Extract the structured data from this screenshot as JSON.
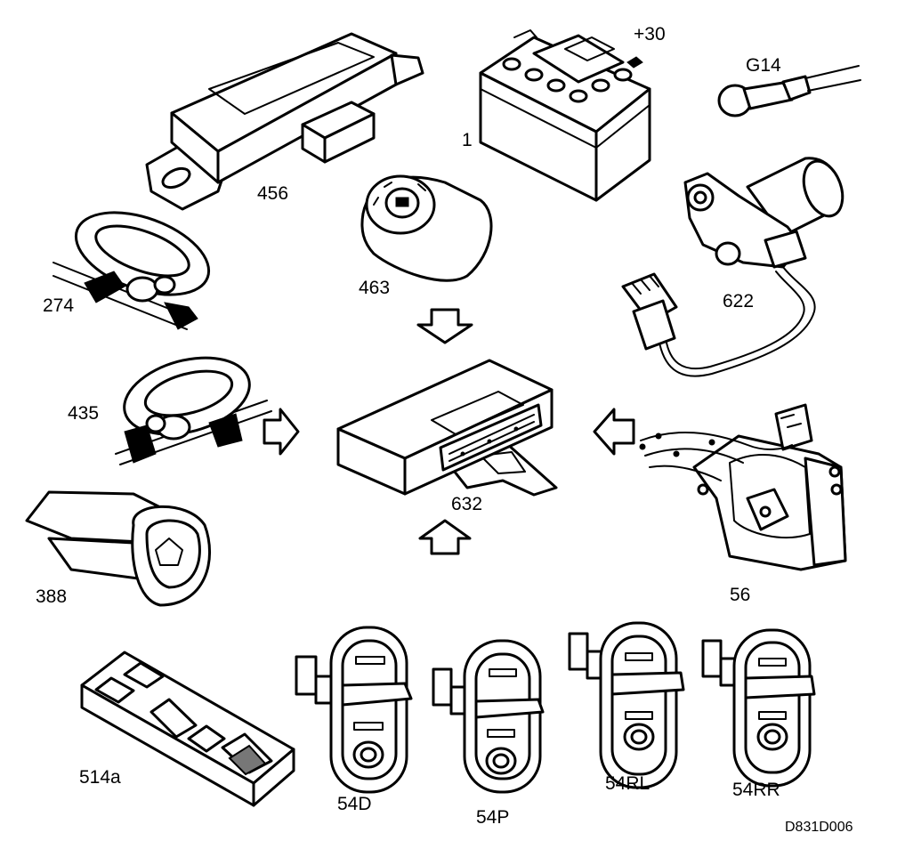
{
  "labels": {
    "c456": "456",
    "c463": "463",
    "c274": "274",
    "c435": "435",
    "c388": "388",
    "c514a": "514a",
    "c54D": "54D",
    "c54P": "54P",
    "c54RL": "54RL",
    "c54RR": "54RR",
    "c632": "632",
    "c56": "56",
    "c622": "622",
    "c1": "1",
    "plus30": "+30",
    "g14": "G14"
  },
  "figure_code": "D831D006"
}
